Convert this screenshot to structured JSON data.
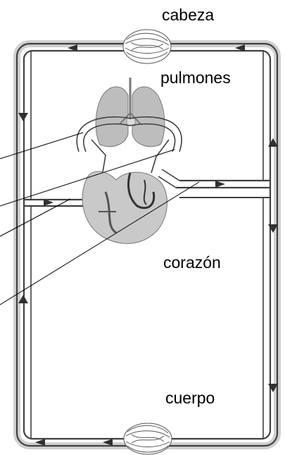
{
  "labels": {
    "head": "cabeza",
    "lungs": "pulmones",
    "heart": "corazón",
    "body": "cuerpo"
  },
  "colors": {
    "vessel_dark": "#3c3c3c",
    "vessel_light": "#cfcfcf",
    "organ_fill": "#bdbdbd",
    "heart_fill": "#c9c9c9",
    "pointer_line": "#000000"
  },
  "icons": {
    "arrowheads": "flow-direction-arrow-icon",
    "capillaries": "capillary-bed-icon"
  }
}
